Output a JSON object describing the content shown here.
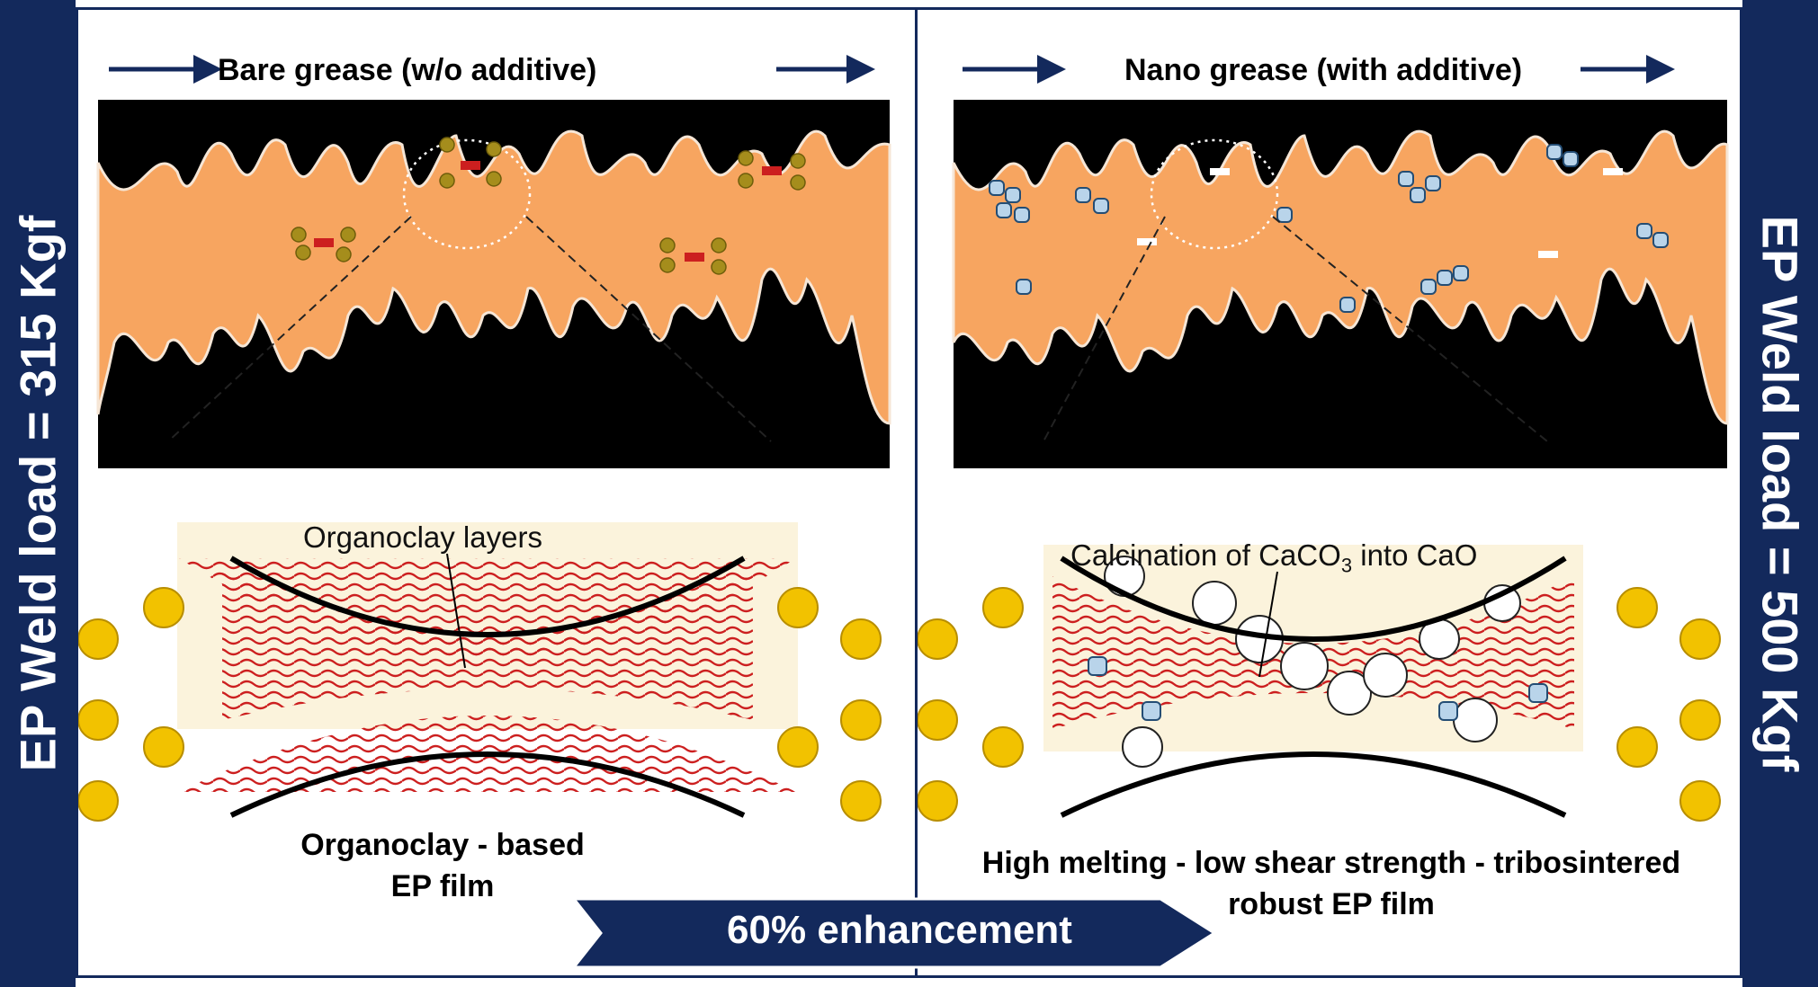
{
  "sidebar_left": {
    "text": "EP Weld load = 315 Kgf"
  },
  "sidebar_right": {
    "text": "EP Weld load = 500 Kgf"
  },
  "panel_left": {
    "heading": "Bare grease (w/o additive)",
    "zoom_label": "Organoclay layers",
    "caption_line1": "Organoclay - based",
    "caption_line2": "EP film"
  },
  "panel_right": {
    "heading": "Nano grease (with additive)",
    "zoom_label_prefix": "Calcination of CaCO",
    "zoom_label_sub": "3",
    "zoom_label_suffix": " into CaO",
    "caption_line1": "High melting - low shear strength - tribosintered",
    "caption_line2": "robust EP film"
  },
  "banner": {
    "text": "60% enhancement"
  },
  "colors": {
    "navy": "#13295c",
    "grease": "#f7a560",
    "asperity": "#000000",
    "droplet": "#f2c200",
    "clay": "#cc1f1f",
    "particle": "#b9d4ea",
    "film": "#fbf3dc"
  }
}
